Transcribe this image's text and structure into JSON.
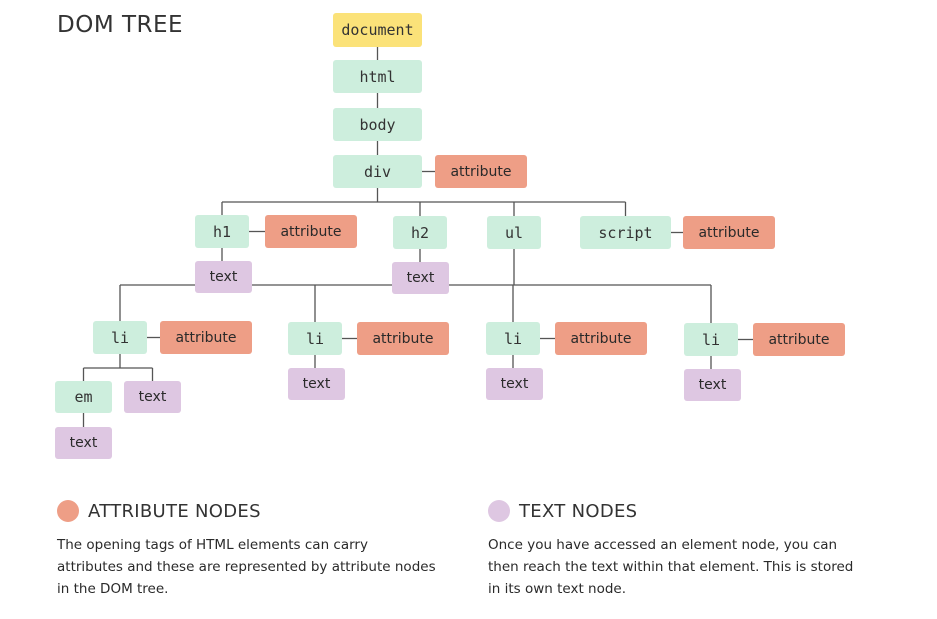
{
  "title": "DOM TREE",
  "colors": {
    "document": "#fbe279",
    "element": "#cdeedd",
    "attribute": "#ee9e86",
    "text": "#dec7e2",
    "line": "#555555"
  },
  "nodes": [
    {
      "id": "document",
      "label": "document",
      "kind": "document",
      "parent": null
    },
    {
      "id": "html",
      "label": "html",
      "kind": "element",
      "parent": "document"
    },
    {
      "id": "body",
      "label": "body",
      "kind": "element",
      "parent": "html"
    },
    {
      "id": "div",
      "label": "div",
      "kind": "element",
      "parent": "body"
    },
    {
      "id": "div-attr",
      "label": "attribute",
      "kind": "attribute",
      "parent": "div"
    },
    {
      "id": "h1",
      "label": "h1",
      "kind": "element",
      "parent": "div"
    },
    {
      "id": "h1-attr",
      "label": "attribute",
      "kind": "attribute",
      "parent": "h1"
    },
    {
      "id": "h1-text",
      "label": "text",
      "kind": "text",
      "parent": "h1"
    },
    {
      "id": "h2",
      "label": "h2",
      "kind": "element",
      "parent": "div"
    },
    {
      "id": "h2-text",
      "label": "text",
      "kind": "text",
      "parent": "h2"
    },
    {
      "id": "ul",
      "label": "ul",
      "kind": "element",
      "parent": "div"
    },
    {
      "id": "script",
      "label": "script",
      "kind": "element",
      "parent": "div"
    },
    {
      "id": "script-attr",
      "label": "attribute",
      "kind": "attribute",
      "parent": "script"
    },
    {
      "id": "li1",
      "label": "li",
      "kind": "element",
      "parent": "ul"
    },
    {
      "id": "li1-attr",
      "label": "attribute",
      "kind": "attribute",
      "parent": "li1"
    },
    {
      "id": "em",
      "label": "em",
      "kind": "element",
      "parent": "li1"
    },
    {
      "id": "em-text",
      "label": "text",
      "kind": "text",
      "parent": "em"
    },
    {
      "id": "li1-text",
      "label": "text",
      "kind": "text",
      "parent": "li1"
    },
    {
      "id": "li2",
      "label": "li",
      "kind": "element",
      "parent": "ul"
    },
    {
      "id": "li2-attr",
      "label": "attribute",
      "kind": "attribute",
      "parent": "li2"
    },
    {
      "id": "li2-text",
      "label": "text",
      "kind": "text",
      "parent": "li2"
    },
    {
      "id": "li3",
      "label": "li",
      "kind": "element",
      "parent": "ul"
    },
    {
      "id": "li3-attr",
      "label": "attribute",
      "kind": "attribute",
      "parent": "li3"
    },
    {
      "id": "li3-text",
      "label": "text",
      "kind": "text",
      "parent": "li3"
    },
    {
      "id": "li4",
      "label": "li",
      "kind": "element",
      "parent": "ul"
    },
    {
      "id": "li4-attr",
      "label": "attribute",
      "kind": "attribute",
      "parent": "li4"
    },
    {
      "id": "li4-text",
      "label": "text",
      "kind": "text",
      "parent": "li4"
    }
  ],
  "legend": {
    "attribute": {
      "title": "ATTRIBUTE NODES",
      "description": "The opening tags of HTML elements can carry attributes and these are represented by attribute nodes in the DOM tree."
    },
    "text": {
      "title": "TEXT NODES",
      "description": "Once you have accessed an element node, you can then reach the text within that element. This is stored in its own text node."
    }
  }
}
